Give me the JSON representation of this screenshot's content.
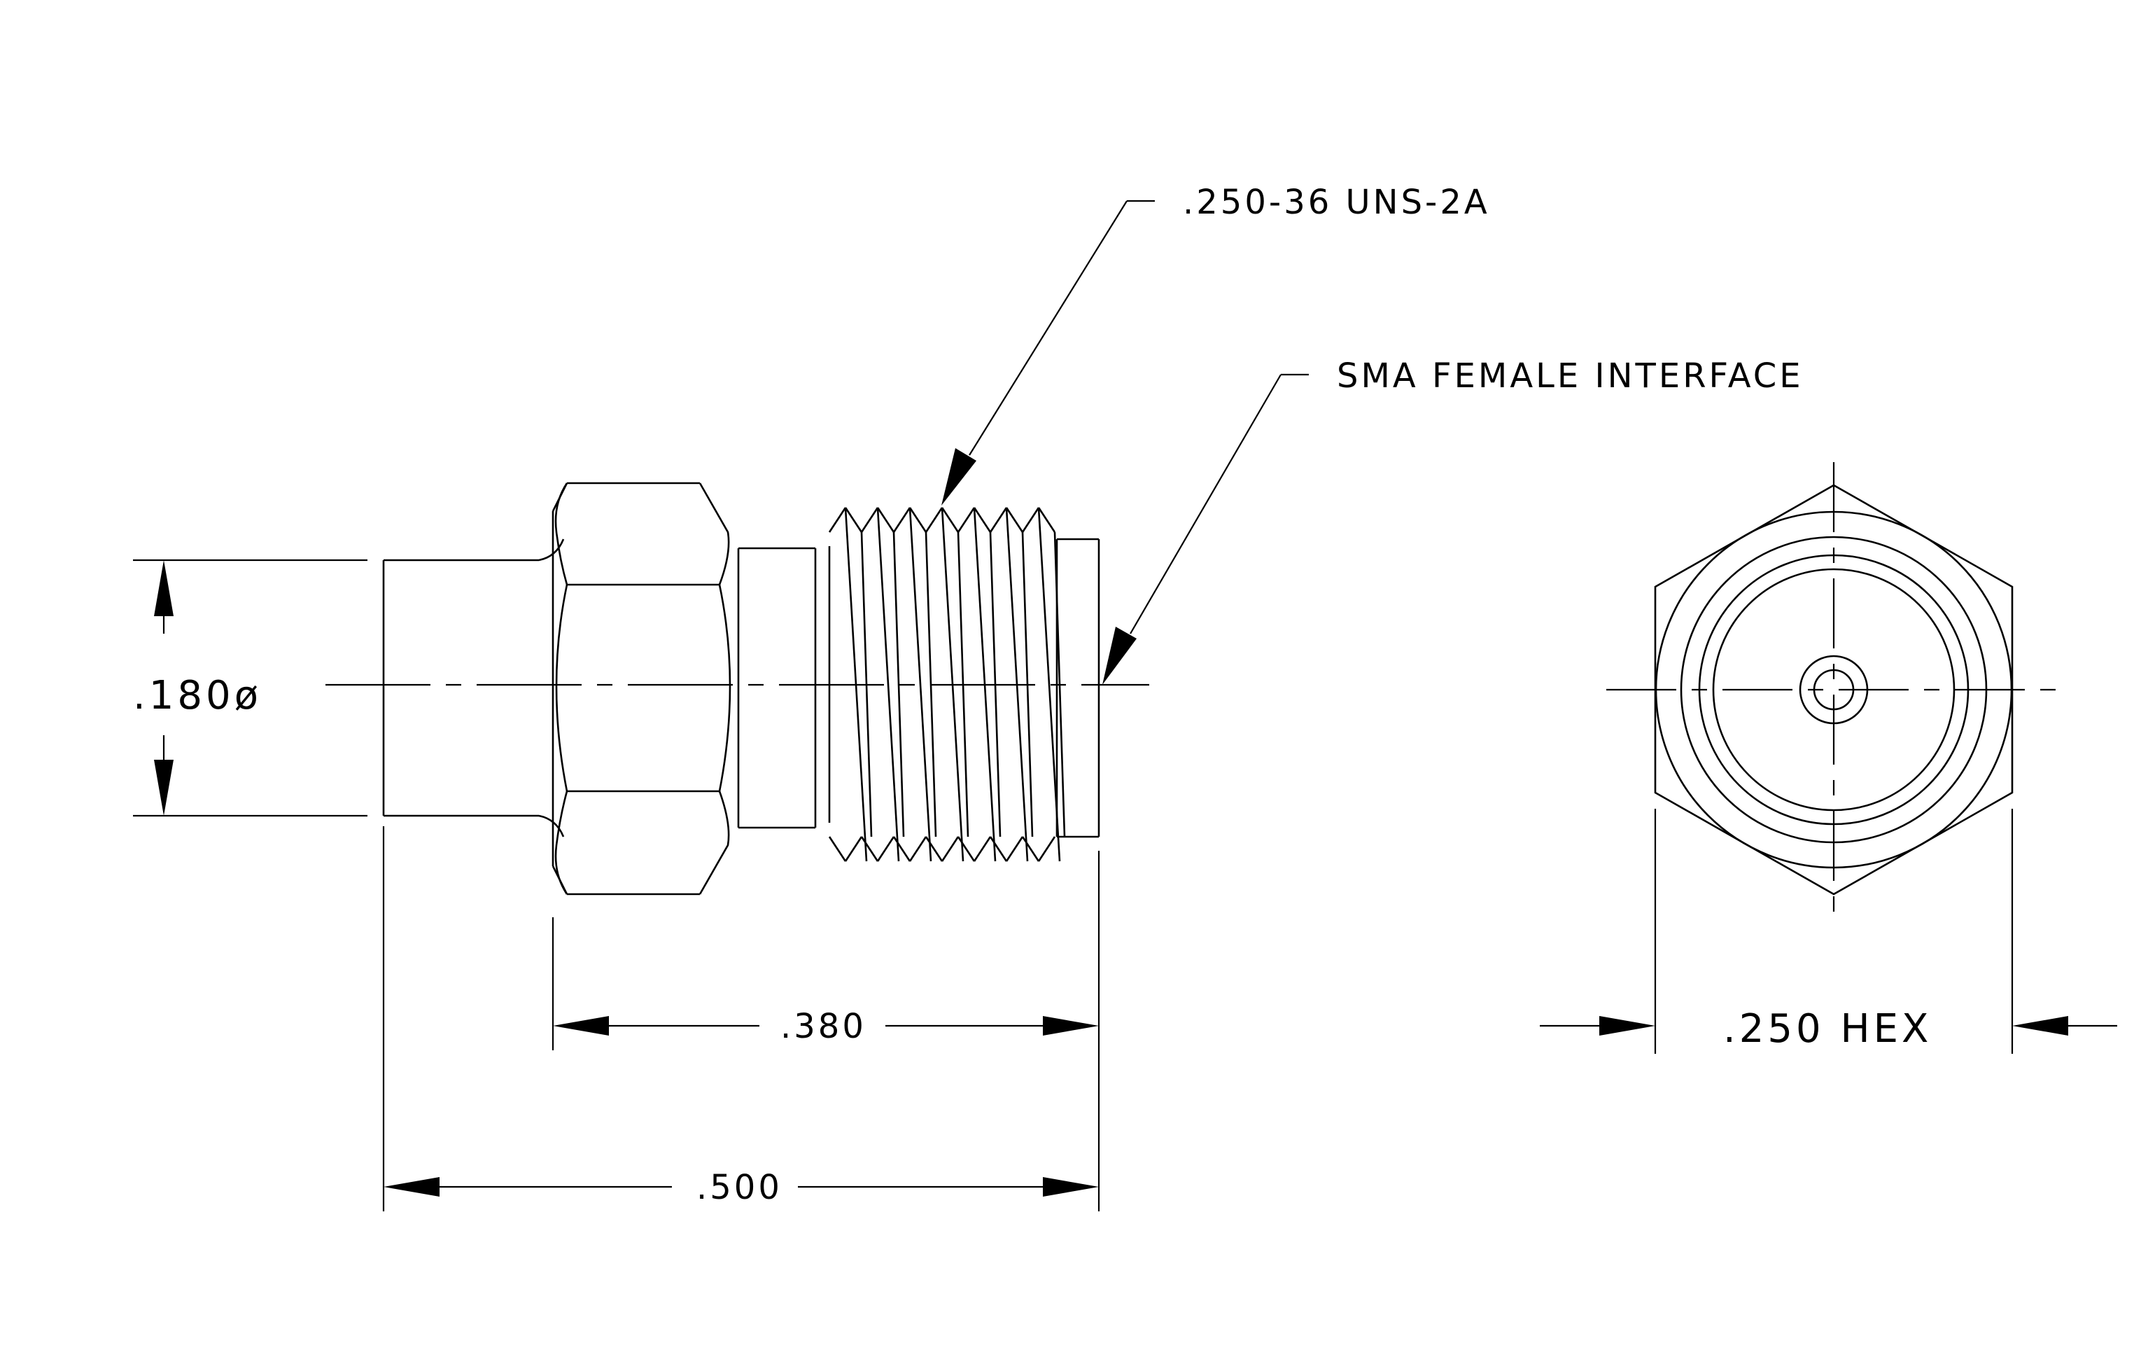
{
  "callouts": {
    "thread": ".250-36 UNS-2A",
    "interface": "SMA FEMALE INTERFACE"
  },
  "dimensions": {
    "diameter": ".180ø",
    "length_thread": ".380",
    "length_overall": ".500",
    "hex": ".250 HEX"
  },
  "colors": {
    "line": "#000000",
    "background": "#ffffff"
  }
}
